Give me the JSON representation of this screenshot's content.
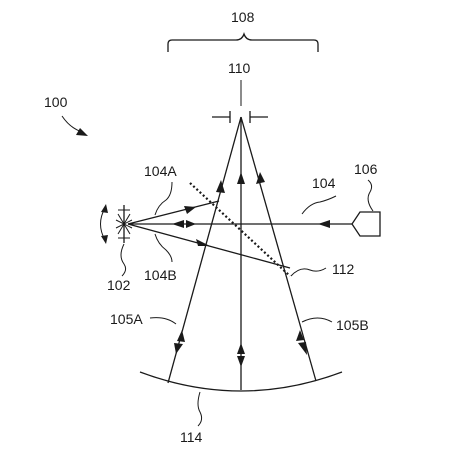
{
  "labels": {
    "system": "100",
    "mirror": "102",
    "beam_main": "104",
    "beam_a": "104A",
    "beam_b": "104B",
    "ray_a": "105A",
    "ray_b": "105B",
    "source": "106",
    "span": "108",
    "focus": "110",
    "beam_splitter": "112",
    "curved_mirror": "114"
  },
  "colors": {
    "ink": "#1a1a1a",
    "background": "#ffffff"
  }
}
